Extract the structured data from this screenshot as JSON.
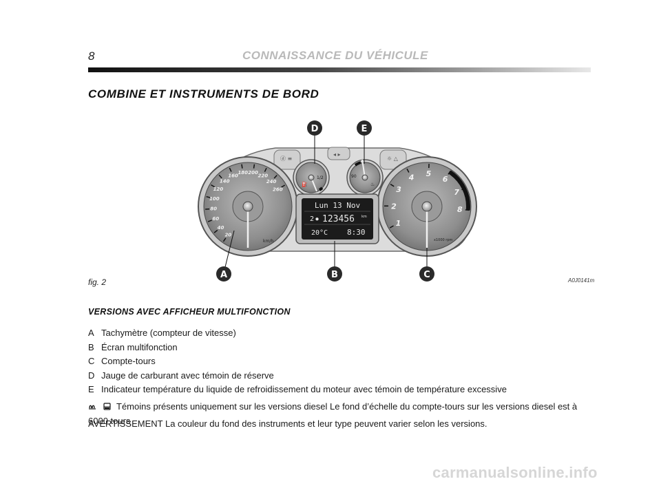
{
  "header": {
    "page_number": "8",
    "title": "CONNAISSANCE DU VÉHICULE"
  },
  "section_title": "COMBINE ET INSTRUMENTS DE BORD",
  "figure": {
    "label": "fig. 2",
    "code": "A0J0141m",
    "callouts": [
      "A",
      "B",
      "C",
      "D",
      "E"
    ],
    "display": {
      "date": "Lun 13 Nov",
      "odometer": "123456",
      "odometer_unit": "km",
      "trip_prefix": "2",
      "temperature": "20°C",
      "time": "8:30"
    },
    "speedo_labels": [
      "20",
      "40",
      "60",
      "80",
      "100",
      "120",
      "140",
      "160",
      "180",
      "200",
      "220",
      "240",
      "260"
    ],
    "speedo_unit": "km/h",
    "tacho_labels": [
      "1",
      "2",
      "3",
      "4",
      "5",
      "6",
      "7",
      "8"
    ],
    "tacho_unit": "x1000 rpm",
    "fuel_labels": [
      "1/2"
    ]
  },
  "versions_title": "VERSIONS AVEC AFFICHEUR MULTIFONCTION",
  "legend": [
    {
      "letter": "A",
      "text": "Tachymètre (compteur de vitesse)"
    },
    {
      "letter": "B",
      "text": "Écran multifonction"
    },
    {
      "letter": "C",
      "text": "Compte-tours"
    },
    {
      "letter": "D",
      "text": "Jauge de carburant avec témoin de réserve"
    },
    {
      "letter": "E",
      "text": "Indicateur température du liquide de refroidissement du moteur avec témoin de température excessive"
    }
  ],
  "note": "Témoins présents uniquement sur les versions diesel Le fond d’échelle du compte-tours sur les versions diesel est à 6000 tours",
  "note_icons": [
    "glow-plug-icon",
    "diesel-filter-icon"
  ],
  "warning": "AVERTISSEMENT La couleur du fond des instruments et leur type peuvent varier selon les versions.",
  "watermark": "carmanualsonline.info",
  "colors": {
    "header_title": "#b9b9b9",
    "dial_face": "#8c8c8c",
    "redline": "#c81e1e",
    "display_bg": "#1b1b1b",
    "display_text": "#e8e8e8",
    "callout_badge": "#2a2a2a"
  }
}
